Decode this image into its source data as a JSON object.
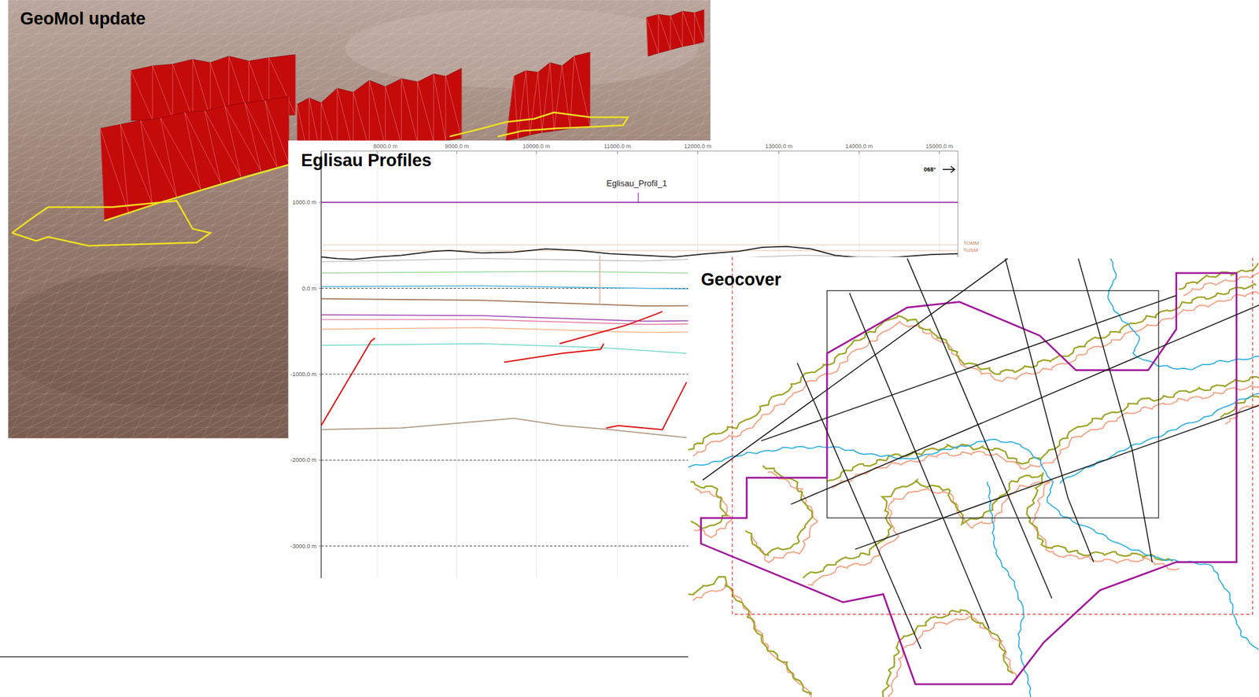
{
  "diagram": {
    "nodes": [
      {
        "text": [
          "GeoMol update"
        ]
      },
      {
        "text": [
          "Eglisau Profiles"
        ]
      },
      {
        "text": [
          "Geocover"
        ]
      }
    ],
    "labels": [
      "8000.0 m",
      "9000.0 m",
      "10000.0 m",
      "11000.0 m",
      "12000.0 m",
      "13000.0 m",
      "14000.0 m",
      "15000.0 m",
      "068°",
      "Eglisau_Profil_1",
      "1000.0 m",
      "0.0 m",
      "-1000.0 m",
      "-2000.0 m",
      "-3000.0 m",
      "TOMM",
      "TUSM"
    ]
  }
}
